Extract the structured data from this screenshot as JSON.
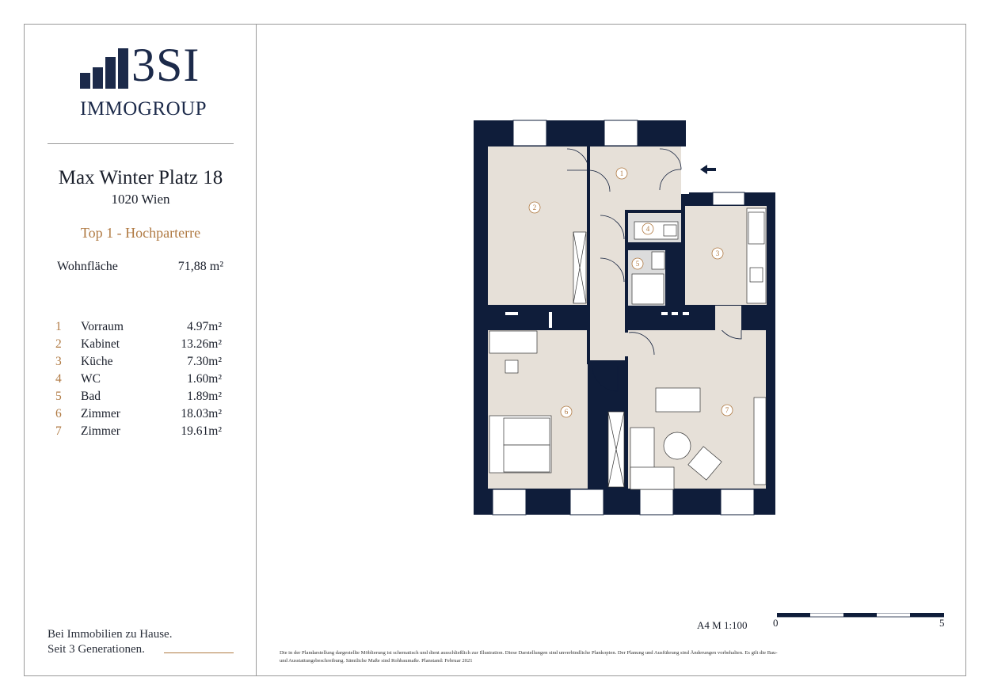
{
  "brand": {
    "name": "3SI",
    "subtitle": "IMMOGROUP",
    "color": "#1c2a4a"
  },
  "address": {
    "street": "Max Winter Platz 18",
    "city": "1020 Wien"
  },
  "unit": "Top 1 - Hochparterre",
  "living_area": {
    "label": "Wohnfläche",
    "value": "71,88 m²"
  },
  "rooms": [
    {
      "n": "1",
      "name": "Vorraum",
      "area": "4.97m²"
    },
    {
      "n": "2",
      "name": "Kabinet",
      "area": "13.26m²"
    },
    {
      "n": "3",
      "name": "Küche",
      "area": "7.30m²"
    },
    {
      "n": "4",
      "name": "WC",
      "area": "1.60m²"
    },
    {
      "n": "5",
      "name": "Bad",
      "area": "1.89m²"
    },
    {
      "n": "6",
      "name": "Zimmer",
      "area": "18.03m²"
    },
    {
      "n": "7",
      "name": "Zimmer",
      "area": "19.61m²"
    }
  ],
  "slogan": {
    "line1": "Bei Immobilien zu Hause.",
    "line2": "Seit 3 Generationen."
  },
  "scale": {
    "label": "A4  M 1:100",
    "start": "0",
    "end": "5"
  },
  "disclaimer": "Die in der Plandarstellung dargestellte Möblierung ist schematisch und dient ausschließlich zur Illustration. Diese Darstellungen sind unverbindliche Plankopien. Der Planung und Ausführung sind Änderungen vorbehalten. Es gilt die Bau- und Ausstattungsbeschreibung. Sämtliche Maße sind Rohbaumaße. Planstand: Februar 2021",
  "colors": {
    "wall": "#0f1d3a",
    "floor": "#e6e0d8",
    "accent": "#b07a43"
  },
  "icons": {
    "entrance": "arrow-left-icon"
  }
}
